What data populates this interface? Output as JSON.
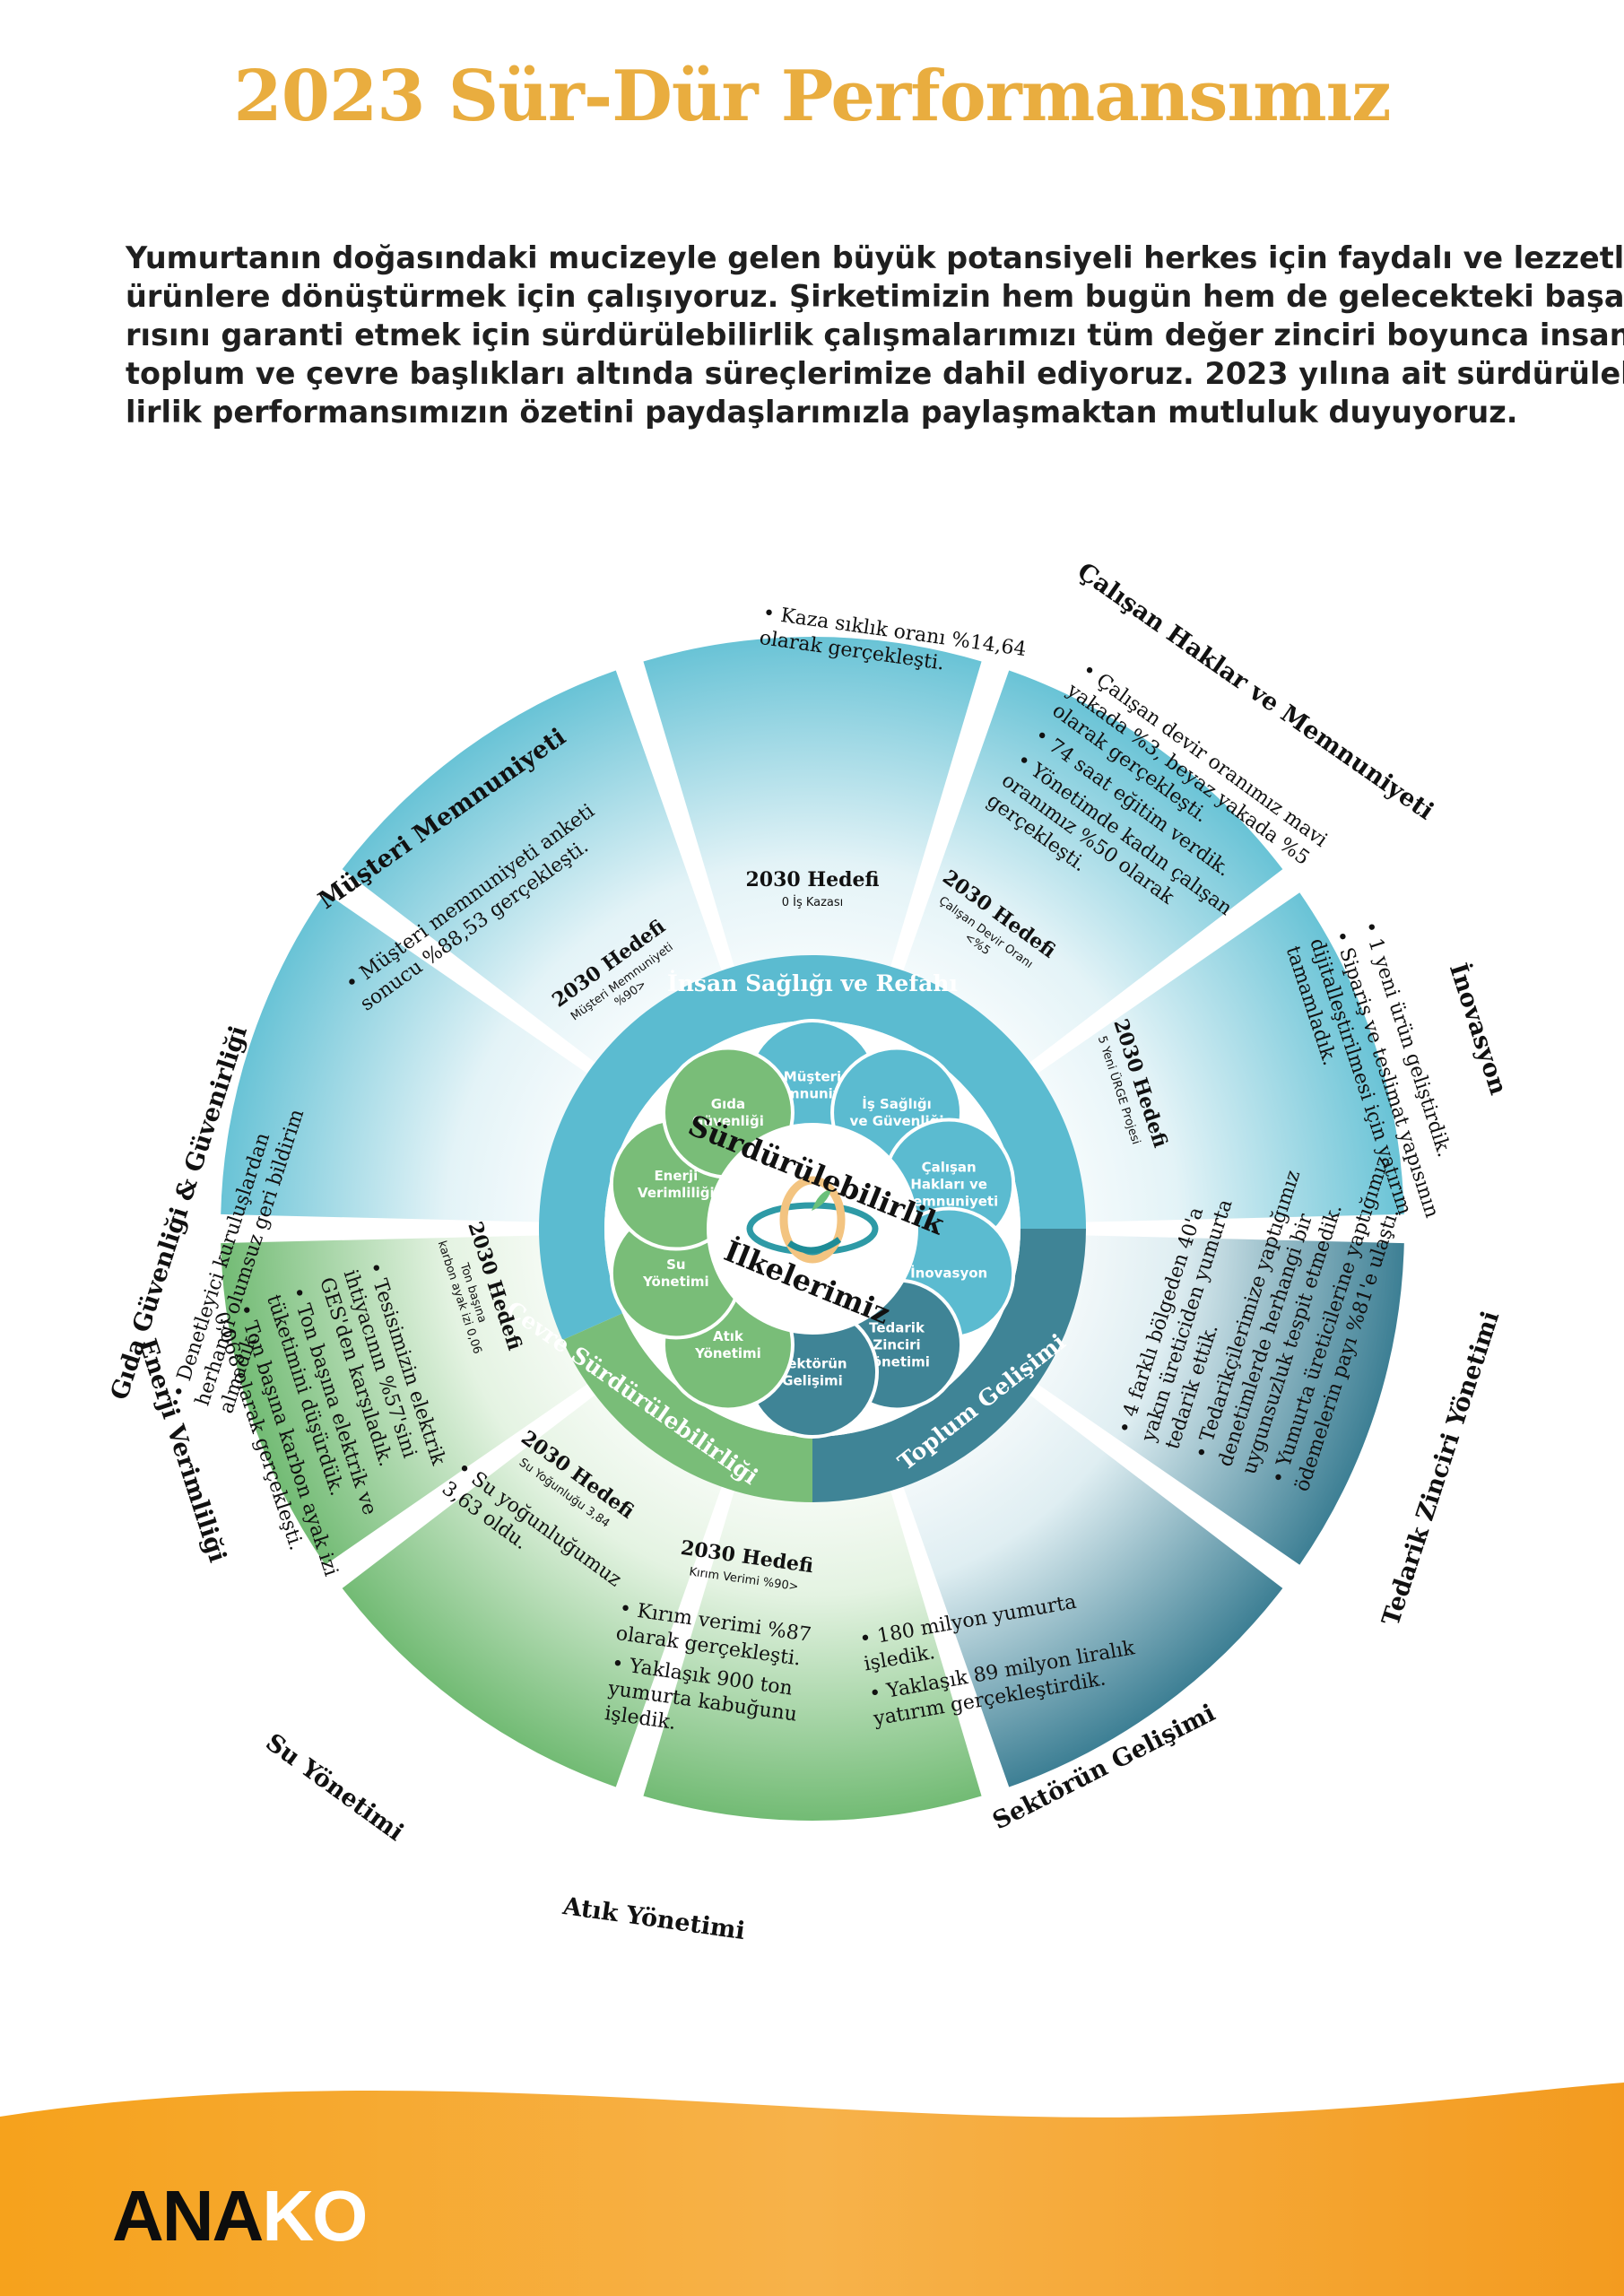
{
  "title": "2023 Sür-Dür Performansımız",
  "intro_lines": [
    "Yumurtanın doğasındaki mucizeyle gelen büyük potansiyeli herkes için faydalı ve lezzetli",
    "ürünlere dönüştürmek için çalışıyoruz. Şirketimizin hem bugün hem de gelecekteki başa-",
    "rısını garanti etmek için sürdürülebilirlik çalışmalarımızı tüm değer zinciri boyunca insan,",
    "toplum ve çevre başlıkları altında süreçlerimize dahil ediyoruz. 2023 yılına ait sürdürülebi-",
    "lirlik performansımızın özetini paydaşlarımızla paylaşmaktan mutluluk duyuyoruz."
  ],
  "center": {
    "line1": "Sürdürülebilirlik",
    "line2": "İlkelerimiz"
  },
  "rings": {
    "people": "İnsan Sağlığı ve Refahı",
    "society": "Toplum Gelişimi",
    "environment": "Çevre Sürdürülebilirliği"
  },
  "petals": [
    {
      "lines": [
        "Müşteri",
        "Memnuniyeti"
      ]
    },
    {
      "lines": [
        "İş Sağlığı",
        "ve Güvenliği"
      ]
    },
    {
      "lines": [
        "Çalışan",
        "Hakları ve",
        "Memnuniyeti"
      ]
    },
    {
      "lines": [
        "İnovasyon"
      ]
    },
    {
      "lines": [
        "Tedarik",
        "Zinciri",
        "Yönetimi"
      ]
    },
    {
      "lines": [
        "Sektörün",
        "Gelişimi"
      ]
    },
    {
      "lines": [
        "Atık",
        "Yönetimi"
      ]
    },
    {
      "lines": [
        "Su",
        "Yönetimi"
      ]
    },
    {
      "lines": [
        "Enerji",
        "Verimliliği"
      ]
    },
    {
      "lines": [
        "Gıda",
        "Güvenliği"
      ]
    }
  ],
  "segments": [
    {
      "id": "is-sagligi",
      "title": "",
      "bullets": [
        [
          "Kaza sıklık oranı %14,64",
          "olarak gerçekleşti."
        ]
      ],
      "goal_title": "2030 Hedefi",
      "goal_sub": [
        "0 İş Kazası"
      ]
    },
    {
      "id": "calisan",
      "title": "Çalışan Haklar ve Memnuniyeti",
      "bullets": [
        [
          "Çalışan devir oranımız mavi",
          "yakada %3, beyaz yakada %5",
          "olarak gerçekleşti."
        ],
        [
          "74 saat eğitim verdik."
        ],
        [
          "Yönetimde kadın çalışan",
          "oranımız %50 olarak",
          "gerçekleşti."
        ]
      ],
      "goal_title": "2030 Hedefi",
      "goal_sub": [
        "Çalışan Devir Oranı",
        "<%5"
      ]
    },
    {
      "id": "inovasyon",
      "title": "İnovasyon",
      "bullets": [
        [
          "1 yeni ürün geliştirdik."
        ],
        [
          "Sipariş ve teslimat yapısının",
          "dijitalleştirilmesi için yatırım",
          "tamamladık."
        ]
      ],
      "goal_title": "2030 Hedefi",
      "goal_sub": [
        "5 Yeni ÜRGE Projesi"
      ]
    },
    {
      "id": "tedarik",
      "title": "Tedarik Zinciri Yönetimi",
      "bullets": [
        [
          "4 farklı bölgeden 40'a",
          "yakın üreticiden yumurta",
          "tedarik ettik."
        ],
        [
          "Tedarikçilerimize yaptığımız",
          "denetimlerde herhangi bir",
          "uygunsuzluk tespit etmedik."
        ],
        [
          "Yumurta üreticilerine yaptığımız",
          "ödemelerin payı %81'e ulaştı."
        ]
      ],
      "goal_title": "",
      "goal_sub": []
    },
    {
      "id": "sektor",
      "title": "Sektörün Gelişimi",
      "bullets": [
        [
          "180 milyon yumurta",
          "işledik."
        ],
        [
          "Yaklaşık 89 milyon liralık",
          "yatırım gerçekleştirdik."
        ]
      ],
      "goal_title": "",
      "goal_sub": []
    },
    {
      "id": "atik",
      "title": "Atık Yönetimi",
      "bullets": [
        [
          "Kırım verimi %87",
          "olarak gerçekleşti."
        ],
        [
          "Yaklaşık 900 ton",
          "yumurta kabuğunu",
          "işledik."
        ]
      ],
      "goal_title": "2030 Hedefi",
      "goal_sub": [
        "Kırım Verimi %90>"
      ]
    },
    {
      "id": "su",
      "title": "Su Yönetimi",
      "bullets": [
        [
          "Su yoğunluğumuz",
          "3,63 oldu."
        ]
      ],
      "goal_title": "2030 Hedefi",
      "goal_sub": [
        "Su Yoğunluğu 3,84"
      ]
    },
    {
      "id": "enerji",
      "title": "Enerji Verimliliği",
      "bullets": [
        [
          "Tesisimizin elektrik",
          "ihtiyacının %57'sini",
          "GES'den karşıladık."
        ],
        [
          "Ton başına elektrik ve",
          "tüketimini düşürdük."
        ],
        [
          "Ton başına karbon ayak izi",
          "0,068 olarak gerçekleşti."
        ]
      ],
      "goal_title": "2030 Hedefi",
      "goal_sub": [
        "Ton başına",
        "karbon ayak izi 0,06"
      ]
    },
    {
      "id": "gida",
      "title": "Gıda Güvenliği & Güvenirliği",
      "bullets": [
        [
          "Denetleyici kuruluşlardan",
          "herhangi olumsuz geri bildirim",
          "almadık."
        ]
      ],
      "goal_title": "",
      "goal_sub": []
    },
    {
      "id": "musteri",
      "title": "Müşteri Memnuniyeti",
      "bullets": [
        [
          "Müşteri memnuniyeti anketi",
          "sonucu %88,53 gerçekleşti."
        ]
      ],
      "goal_title": "2030 Hedefi",
      "goal_sub": [
        "Müşteri Memnuniyeti",
        "%90>"
      ]
    }
  ],
  "logo": {
    "dark": "ANA",
    "light": "KO"
  },
  "colors": {
    "title": "#e9ad3f",
    "people": "#5bbbd0",
    "society": "#3f8496",
    "environment": "#79bd78",
    "footer": "#f4a224"
  }
}
